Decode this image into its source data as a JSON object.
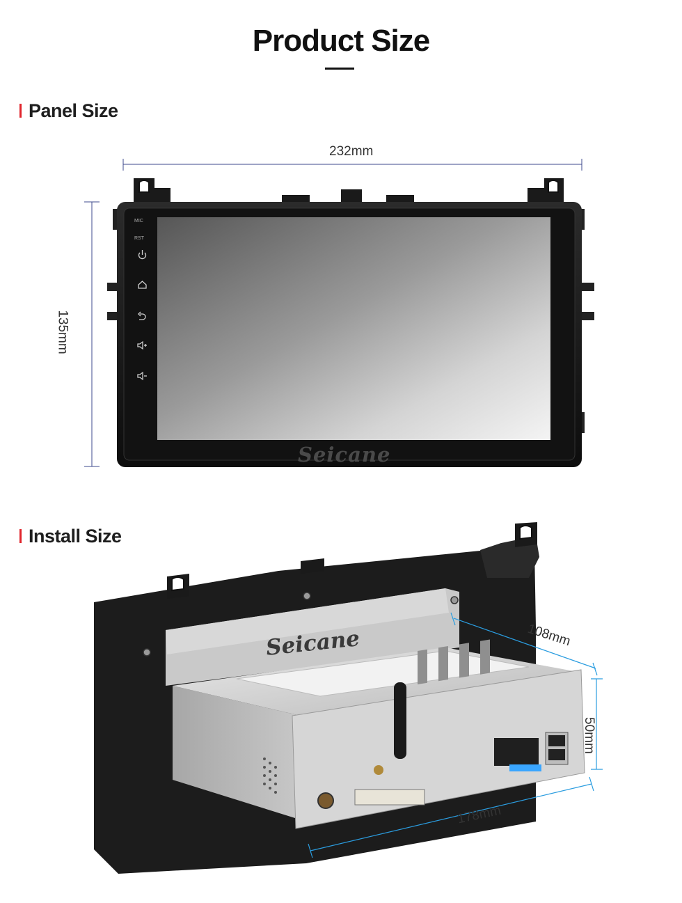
{
  "page": {
    "title": "Product Size"
  },
  "sections": {
    "panel": {
      "heading": "Panel Size",
      "width_label": "232mm",
      "height_label": "135mm"
    },
    "install": {
      "heading": "Install Size",
      "depth_label": "108mm",
      "height_label": "50mm",
      "width_label": "178mm"
    }
  },
  "product": {
    "brand": "Seicane",
    "side_buttons": [
      "MIC",
      "RST"
    ],
    "icons": [
      "power-icon",
      "home-icon",
      "back-icon",
      "volume-up-icon",
      "volume-down-icon"
    ]
  },
  "colors": {
    "accent_red": "#e0242b",
    "dimension_line_panel": "#3d4a8c",
    "dimension_line_install": "#2b9de0"
  }
}
